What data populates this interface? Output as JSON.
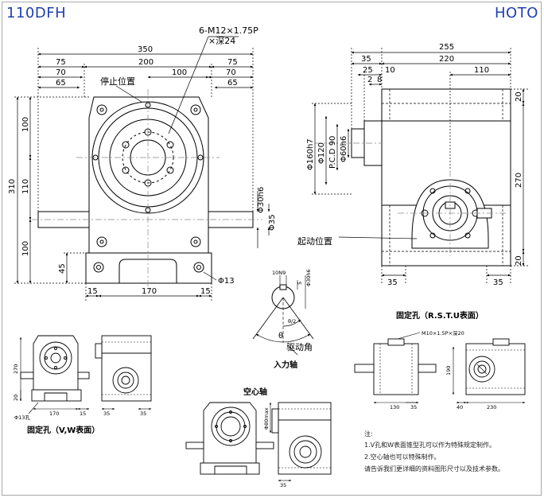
{
  "header": {
    "model": "110DFH",
    "brand": "HOTO"
  },
  "main_front": {
    "thread_spec_1": "6-M12×1.75P",
    "thread_spec_2": "×深24",
    "stop_position": "停止位置",
    "top_dims": [
      "350",
      "75",
      "200",
      "75",
      "70",
      "100",
      "70",
      "65",
      "65"
    ],
    "left_dims": [
      "310",
      "100",
      "110",
      "100",
      "45"
    ],
    "shaft_dims": [
      "Φ30h6",
      "Φ35"
    ],
    "hole": "Φ13",
    "bottom_dims": [
      "15",
      "170",
      "15"
    ]
  },
  "main_side": {
    "top_dims": [
      "255",
      "35",
      "220",
      "25",
      "10",
      "2",
      "8",
      "110"
    ],
    "bore_dims": [
      "Φ160h7",
      "Φ120",
      "P.C.D 90",
      "Φ60h6"
    ],
    "right_dims": [
      "20",
      "270",
      "20"
    ],
    "bottom_dims": [
      "35",
      "35"
    ],
    "start_position": "起动位置"
  },
  "input_shaft": {
    "dims": [
      "10N9",
      "5",
      "Φ30h6",
      "θ/2",
      "θ"
    ],
    "drive_angle": "驱动角",
    "title": "入力轴"
  },
  "small_left": {
    "dims": [
      "270",
      "20",
      "Φ13孔",
      "170",
      "15",
      "35",
      "35"
    ],
    "caption": "固定孔（V,W表面）"
  },
  "hollow": {
    "title": "空心轴",
    "dims": [
      "Φ80max",
      "35"
    ]
  },
  "small_right": {
    "title": "固定孔（R.S.T.U表面）",
    "thread": "M10×1.5P×深20",
    "dims": [
      "130",
      "35",
      "190",
      "40",
      "230"
    ]
  },
  "notes": {
    "head": "注:",
    "lines": [
      "1.V孔和W表面锥型孔可以作为特殊规定制作。",
      "2.空心轴也可以特殊制作。",
      "请告诉我们更详细的资料图形尺寸以及技术参数。"
    ]
  }
}
